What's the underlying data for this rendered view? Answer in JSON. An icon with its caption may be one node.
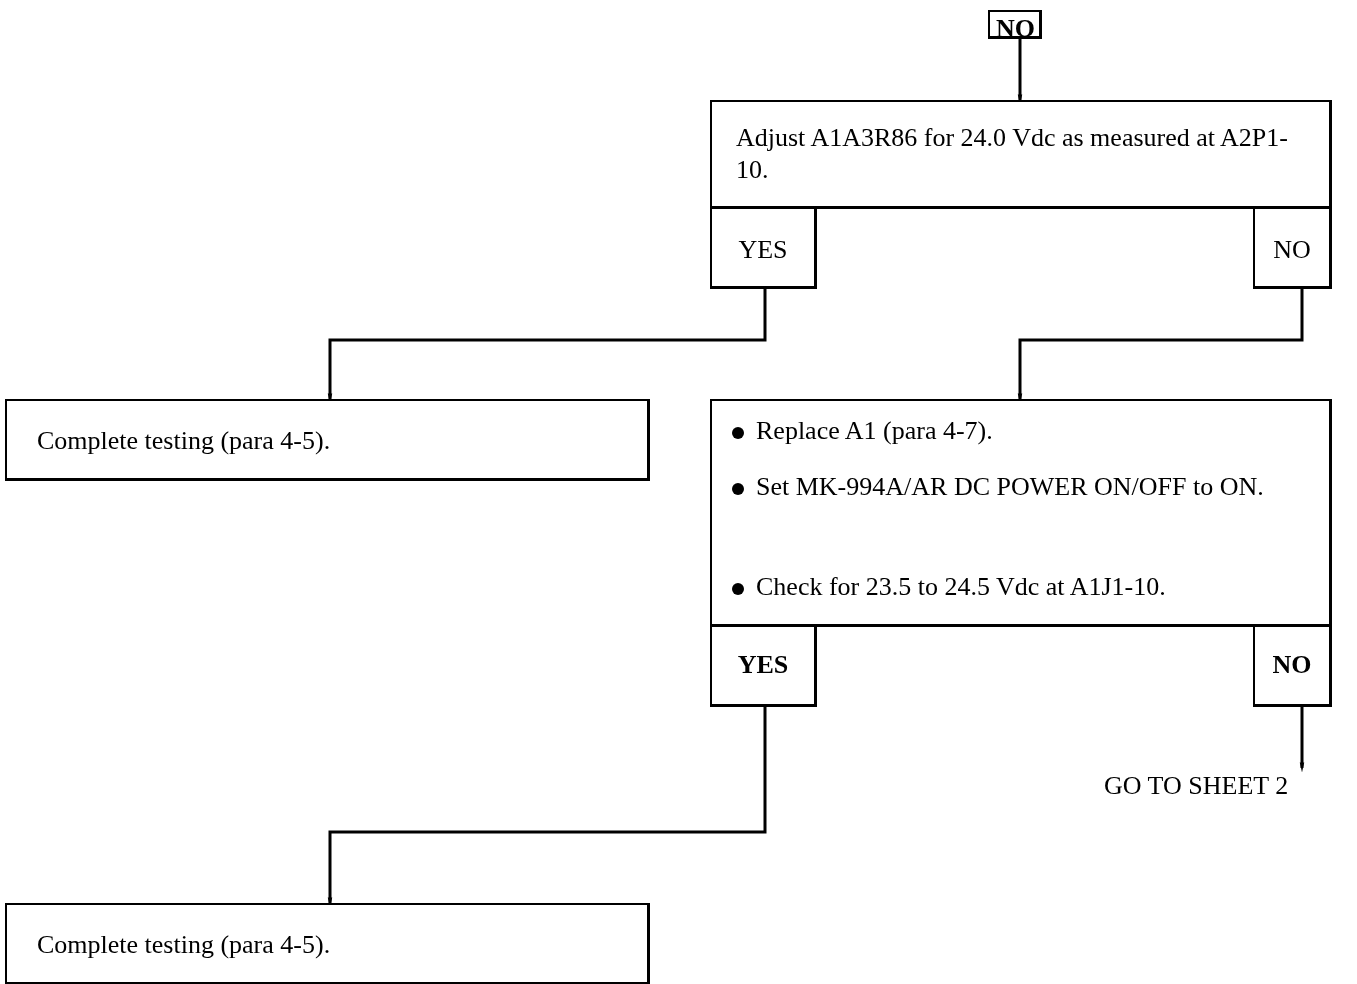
{
  "diagram": {
    "nodes": [
      {
        "text": [
          "NO"
        ]
      },
      {
        "text": [
          "Adjust A1A3R86 for 24.0 Vdc as measured at A2P1-10."
        ]
      },
      {
        "text": [
          "YES"
        ]
      },
      {
        "text": [
          "NO"
        ]
      },
      {
        "text": [
          "Complete testing (para 4-5)."
        ]
      },
      {
        "text": [
          "Replace A1 (para 4-7).",
          "Set MK-994A/AR DC POWER ON/OFF to ON.",
          "Check for 23.5 to 24.5 Vdc at A1J1-10."
        ]
      },
      {
        "text": [
          "YES"
        ]
      },
      {
        "text": [
          "NO"
        ]
      },
      {
        "text": [
          "GO TO SHEET 2"
        ]
      },
      {
        "text": [
          "Complete testing (para 4-5)."
        ]
      }
    ],
    "edges": [
      {
        "from": 0,
        "to": 1,
        "arrow": "to"
      },
      {
        "from": 2,
        "to": 4,
        "arrow": "to"
      },
      {
        "from": 3,
        "to": 5,
        "arrow": "to"
      },
      {
        "from": 6,
        "to": 9,
        "arrow": "to"
      },
      {
        "from": 7,
        "to": 8,
        "arrow": "to"
      }
    ]
  }
}
